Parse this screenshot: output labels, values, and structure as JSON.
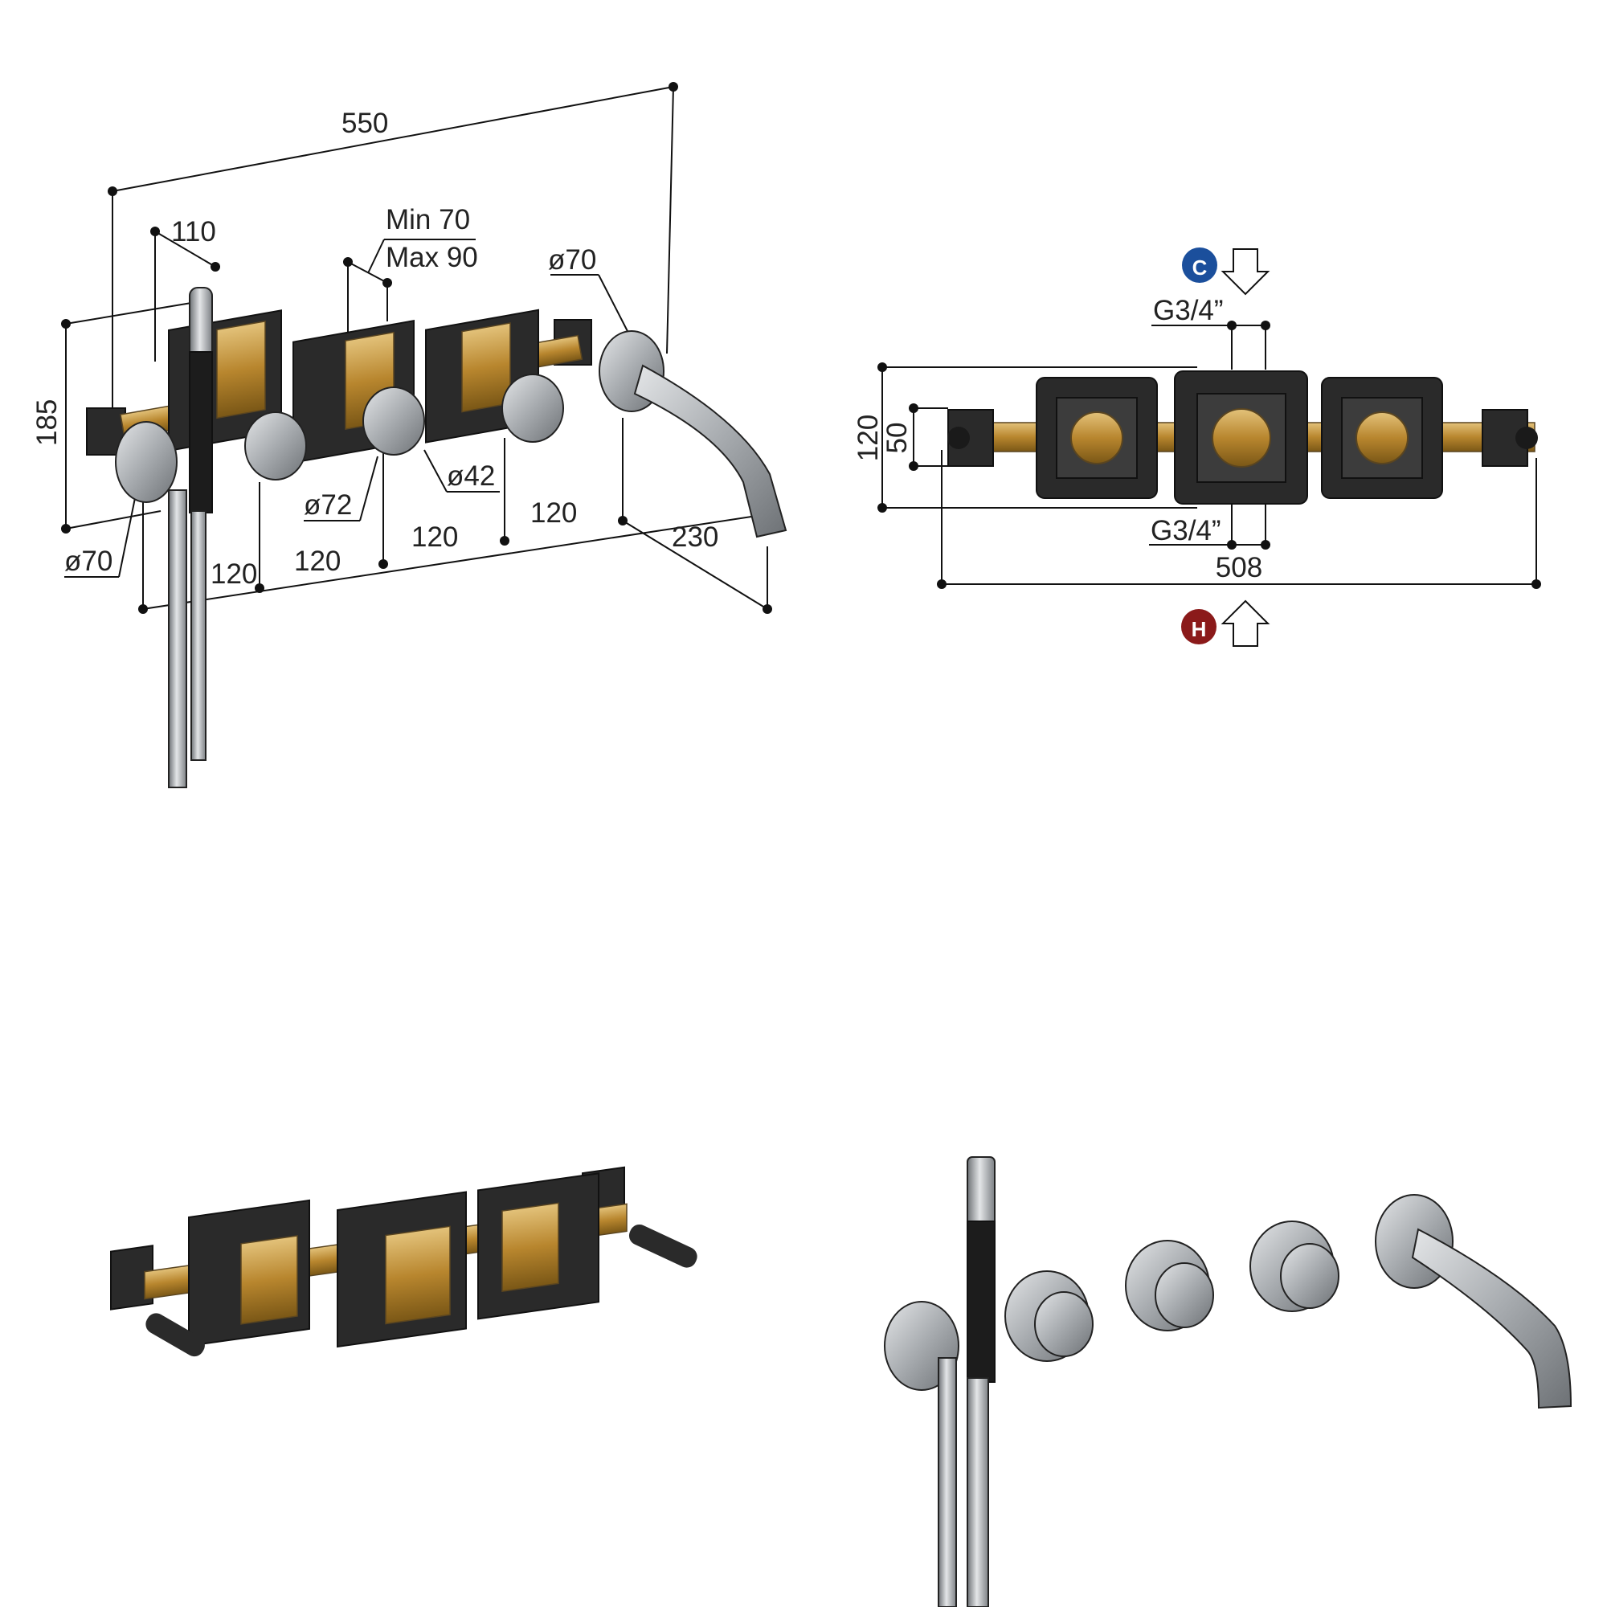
{
  "iso_view": {
    "overall_width": "550",
    "shower_arm_offset": "110",
    "depth_min": "Min 70",
    "depth_max": "Max 90",
    "spout_rosette": "ø70",
    "height": "185",
    "handshower_rosette": "ø70",
    "valve_rosette": "ø72",
    "knob_diameter": "ø42",
    "spacing_1": "120",
    "spacing_2": "120",
    "spacing_3": "120",
    "spacing_4": "120",
    "spout_projection": "230"
  },
  "top_view": {
    "cold_label": "C",
    "hot_label": "H",
    "cold_thread": "G3/4”",
    "hot_thread": "G3/4”",
    "box_height": "120",
    "pipe_offset": "50",
    "total_length": "508"
  },
  "colors": {
    "cold": "#1b4f9c",
    "hot": "#8b1a1a",
    "brass": "#c89a3c",
    "chrome": "#b8bcc0",
    "housing": "#2a2a2a"
  }
}
